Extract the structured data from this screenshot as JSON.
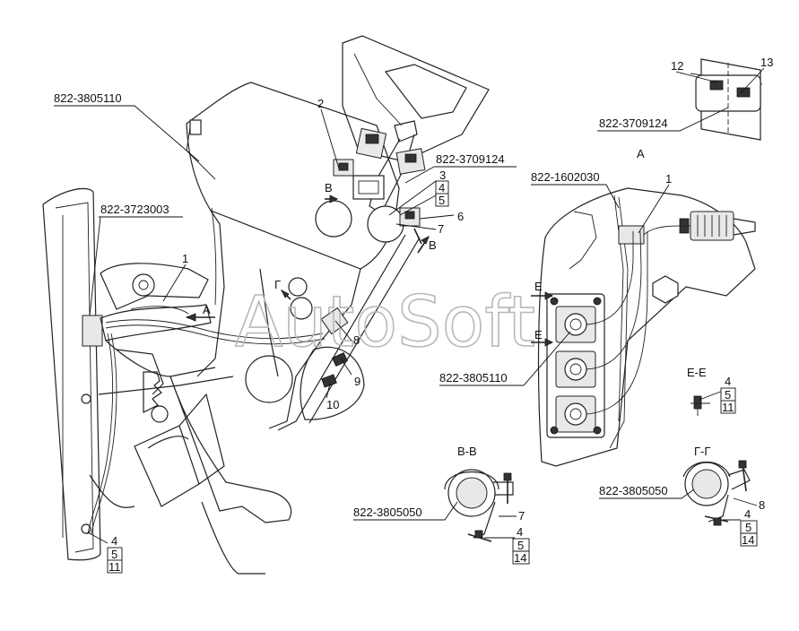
{
  "drawing": {
    "part_numbers": {
      "harness_main_left": "822-3805110",
      "bracket_top": "822-3709124",
      "bracket_inset": "822-3709124",
      "harness_left": "822-3723003",
      "view_a_part": "822-1602030",
      "view_a_harness": "822-3805110",
      "clamp_bb": "822-3805050",
      "clamp_gg": "822-3805050"
    },
    "callouts": {
      "c1_main": "1",
      "c2": "2",
      "c3": "3",
      "c4_top": "4",
      "c5_top": "5",
      "c6": "6",
      "c7_main": "7",
      "c8_main": "8",
      "c9": "9",
      "c10": "10",
      "c12": "12",
      "c13": "13",
      "c1_viewa": "1",
      "c4_bl": "4",
      "c5_bl": "5",
      "c11_bl": "11",
      "c7_bb": "7",
      "c4_bb": "4",
      "c5_bb": "5",
      "c14_bb": "14",
      "c8_gg": "8",
      "c4_gg": "4",
      "c5_gg": "5",
      "c14_gg": "14",
      "c4_ee": "4",
      "c5_ee": "5",
      "c11_ee": "11"
    },
    "views": {
      "view_a": "А",
      "arrow_a": "А",
      "section_bb": "В-В",
      "section_gg": "Г-Г",
      "section_ee": "Е-Е",
      "arrow_v1": "В",
      "arrow_v2": "В",
      "arrow_g": "Г",
      "arrow_e1": "Е",
      "arrow_e2": "Е"
    },
    "watermark": "AutoSoft"
  }
}
